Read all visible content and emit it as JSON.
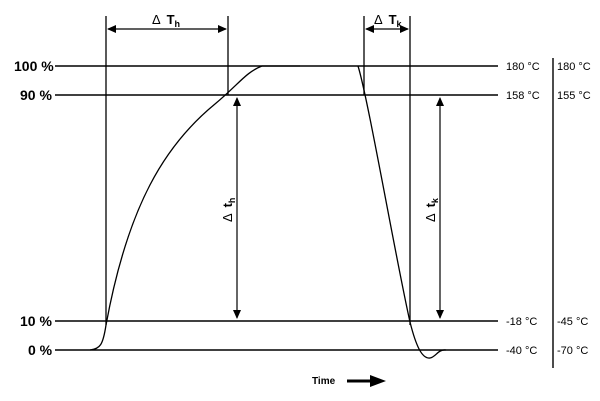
{
  "levels": {
    "p100": "100 %",
    "p90": "90 %",
    "p10": "10 %",
    "p0": "0 %"
  },
  "temps_a": {
    "t100": "180 °C",
    "t90": "158 °C",
    "t10": "-18 °C",
    "t0": "-40 °C"
  },
  "temps_b": {
    "t100": "180 °C",
    "t90": "155 °C",
    "t10": "-45 °C",
    "t0": "-70 °C"
  },
  "delta": {
    "symbol": "Δ",
    "T_heat": "T",
    "T_heat_sub": "h",
    "T_cool": "T",
    "T_cool_sub": "k",
    "t_heat": "t",
    "t_heat_sub": "h",
    "t_cool": "t",
    "t_cool_sub": "k"
  },
  "axis": {
    "time_label": "Time"
  }
}
